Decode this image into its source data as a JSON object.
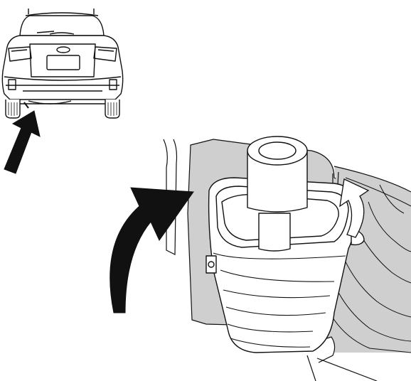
{
  "figure": {
    "type": "technical-illustration",
    "panels": [
      {
        "id": "overview",
        "icon": "car-rear-icon",
        "callout": "arrow-icon"
      },
      {
        "id": "detail",
        "icon": "muffler-icon",
        "callout": "curved-arrow-icon"
      }
    ]
  },
  "colors": {
    "line": "#111111",
    "fill": "#ffffff",
    "shade": "#cfcfcf",
    "arrow": "#111111"
  }
}
